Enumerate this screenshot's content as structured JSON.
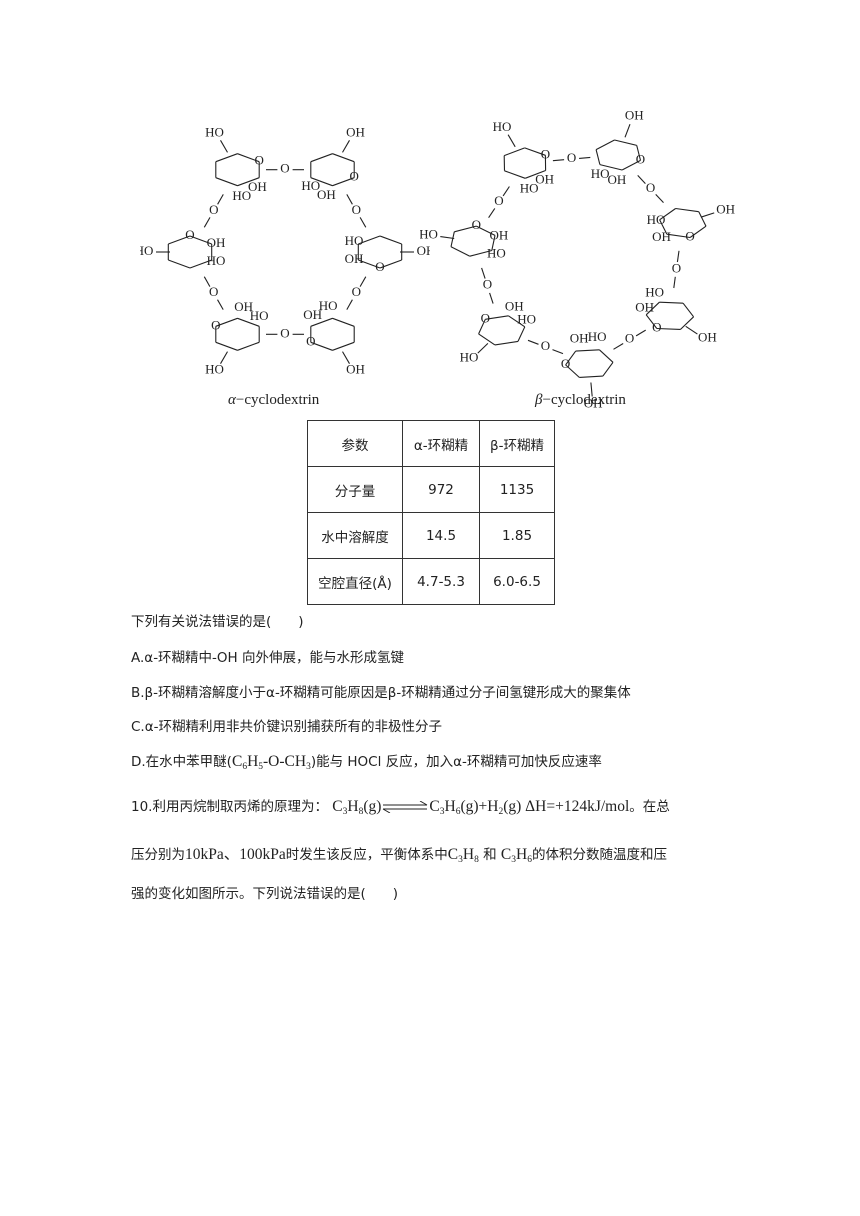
{
  "figure": {
    "alpha_caption_symbol": "α",
    "alpha_caption_text": "−cyclodextrin",
    "beta_caption_symbol": "β",
    "beta_caption_text": "−cyclodextrin",
    "oh_label": "HO",
    "oh_label_alt": "OH",
    "ring_oxygen": "O"
  },
  "table": {
    "headers": [
      "参数",
      "α-环糊精",
      "β-环糊精"
    ],
    "rows": [
      [
        "分子量",
        "972",
        "1135"
      ],
      [
        "水中溶解度",
        "14.5",
        "1.85"
      ],
      [
        "空腔直径(Å)",
        "4.7-5.3",
        "6.0-6.5"
      ]
    ]
  },
  "q9": {
    "stem": "下列有关说法错误的是(　　)",
    "a": "A.α-环糊精中-OH 向外伸展，能与水形成氢键",
    "b": "B.β-环糊精溶解度小于α-环糊精可能原因是β-环糊精通过分子间氢键形成大的聚集体",
    "c": "C.α-环糊精利用非共价键识别捕获所有的非极性分子",
    "d_pre": "D.在水中苯甲醚(",
    "d_formula": "-O-CH",
    "d_post": ")能与 HOCl 反应，加入α-环糊精可加快反应速率"
  },
  "q10": {
    "line1_pre": "10.利用丙烷制取丙烯的原理为：",
    "c": "C",
    "h": "H",
    "g": "(g)",
    "plus": "+H",
    "dh": "ΔH=+124kJ/mol",
    "line1_post": "。在总",
    "line2_pre": "压分别为",
    "pressures": "10kPa、100kPa",
    "line2_mid": "时发生该反应，平衡体系中",
    "line2_and": "和",
    "line2_post": "的体积分数随温度和压",
    "line3": "强的变化如图所示。下列说法错误的是(　　)",
    "sub3": "3",
    "sub8": "8",
    "sub6": "6",
    "sub5": "5",
    "sub2": "2"
  }
}
